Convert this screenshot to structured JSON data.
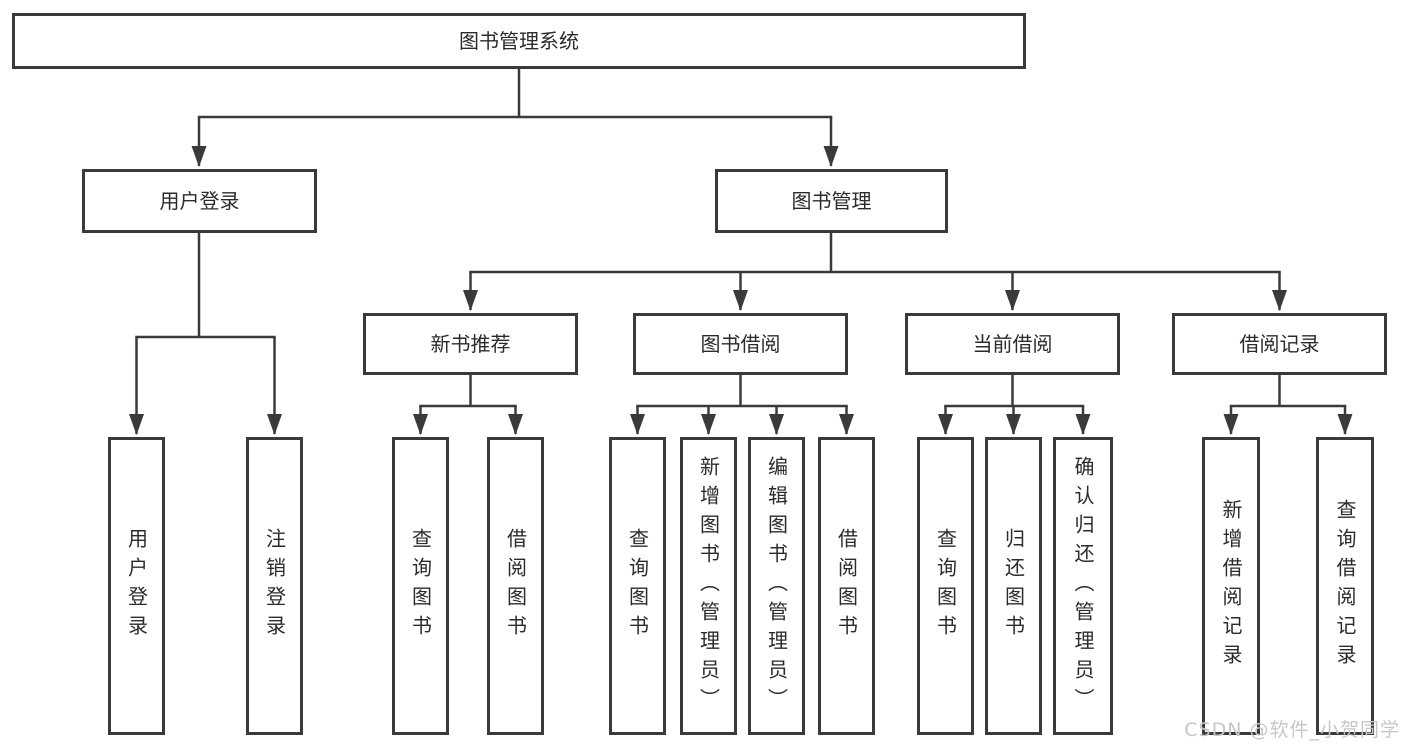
{
  "colors": {
    "line": "#3a3a3a",
    "border": "#3a3a3a",
    "text": "#2b2b2b",
    "watermark": "#c7c7c7",
    "bg": "#ffffff"
  },
  "watermark": "CSDN @软件_小贺同学",
  "tree": {
    "root": {
      "label": "图书管理系统",
      "children": [
        {
          "label": "用户登录",
          "children": [
            {
              "label": "用户登录"
            },
            {
              "label": "注销登录"
            }
          ]
        },
        {
          "label": "图书管理",
          "children": [
            {
              "label": "新书推荐",
              "children": [
                {
                  "label": "查询图书"
                },
                {
                  "label": "借阅图书"
                }
              ]
            },
            {
              "label": "图书借阅",
              "children": [
                {
                  "label": "查询图书"
                },
                {
                  "label": "新增图书（管理员）"
                },
                {
                  "label": "编辑图书（管理员）"
                },
                {
                  "label": "借阅图书"
                }
              ]
            },
            {
              "label": "当前借阅",
              "children": [
                {
                  "label": "查询图书"
                },
                {
                  "label": "归还图书"
                },
                {
                  "label": "确认归还（管理员）"
                }
              ]
            },
            {
              "label": "借阅记录",
              "children": [
                {
                  "label": "新增借阅记录"
                },
                {
                  "label": "查询借阅记录"
                }
              ]
            }
          ]
        }
      ]
    }
  }
}
